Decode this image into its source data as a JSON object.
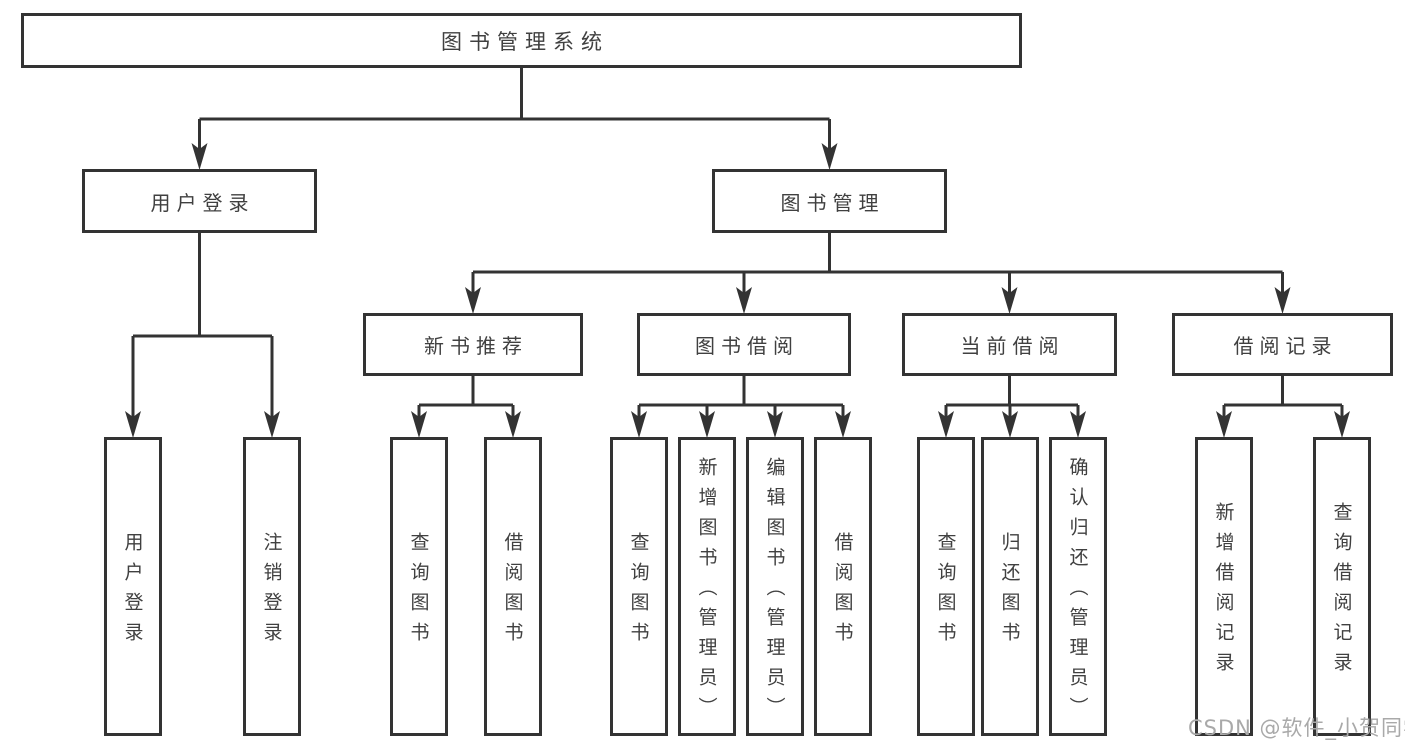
{
  "diagram_type": "tree",
  "colors": {
    "line": "#333333",
    "text": "#404040",
    "watermark": "#a9a9a9",
    "background": "#ffffff"
  },
  "tree": {
    "root": {
      "label": "图书管理系统"
    },
    "user_login": {
      "label": "用户登录",
      "children": [
        {
          "label": "用户登录"
        },
        {
          "label": "注销登录"
        }
      ]
    },
    "book_mgmt": {
      "label": "图书管理",
      "sections": [
        {
          "label": "新书推荐",
          "children": [
            {
              "label": "查询图书"
            },
            {
              "label": "借阅图书"
            }
          ]
        },
        {
          "label": "图书借阅",
          "children": [
            {
              "label": "查询图书"
            },
            {
              "label": "新增图书（管理员）"
            },
            {
              "label": "编辑图书（管理员）"
            },
            {
              "label": "借阅图书"
            }
          ]
        },
        {
          "label": "当前借阅",
          "children": [
            {
              "label": "查询图书"
            },
            {
              "label": "归还图书"
            },
            {
              "label": "确认归还（管理员）"
            }
          ]
        },
        {
          "label": "借阅记录",
          "children": [
            {
              "label": "新增借阅记录"
            },
            {
              "label": "查询借阅记录"
            }
          ]
        }
      ]
    }
  },
  "watermark": {
    "text": "CSDN @软件_小贺同学"
  }
}
